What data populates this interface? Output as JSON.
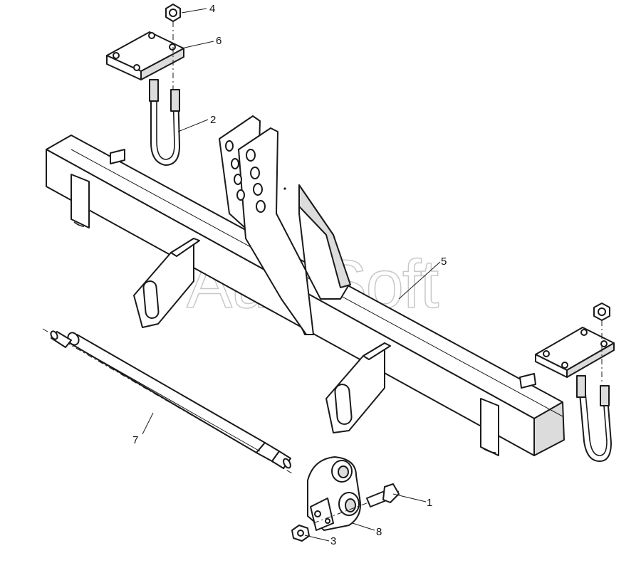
{
  "watermark": "AutoSoft",
  "callouts": [
    {
      "id": "1",
      "label": "1"
    },
    {
      "id": "2",
      "label": "2"
    },
    {
      "id": "3",
      "label": "3"
    },
    {
      "id": "4",
      "label": "4"
    },
    {
      "id": "5",
      "label": "5"
    },
    {
      "id": "6",
      "label": "6"
    },
    {
      "id": "7",
      "label": "7"
    },
    {
      "id": "8",
      "label": "8"
    }
  ],
  "colors": {
    "line": "#1a1a1a",
    "shade": "#dcdcdc",
    "watermark": "#c8c8c8"
  }
}
